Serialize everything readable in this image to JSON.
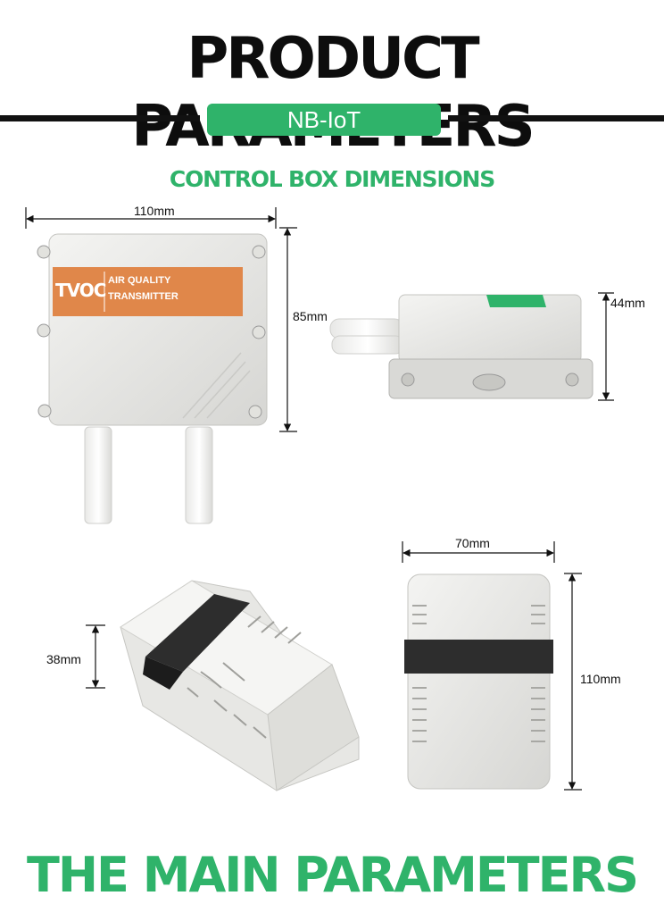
{
  "header": {
    "title": "PRODUCT PARAMETERS",
    "badge": "NB-IoT"
  },
  "section": {
    "subtitle": "CONTROL BOX DIMENSIONS"
  },
  "device": {
    "label_brand": "TVOC",
    "label_line1": "AIR QUALITY",
    "label_line2": "TRANSMITTER"
  },
  "dimensions": {
    "box_width": "110mm",
    "box_height": "85mm",
    "box_depth": "44mm",
    "enclosure_width": "70mm",
    "enclosure_height": "110mm",
    "enclosure_depth": "38mm"
  },
  "footer": {
    "title": "THE MAIN PARAMETERS"
  },
  "colors": {
    "accent": "#2fb36a",
    "label_orange": "#e0874a",
    "dark": "#111111"
  }
}
